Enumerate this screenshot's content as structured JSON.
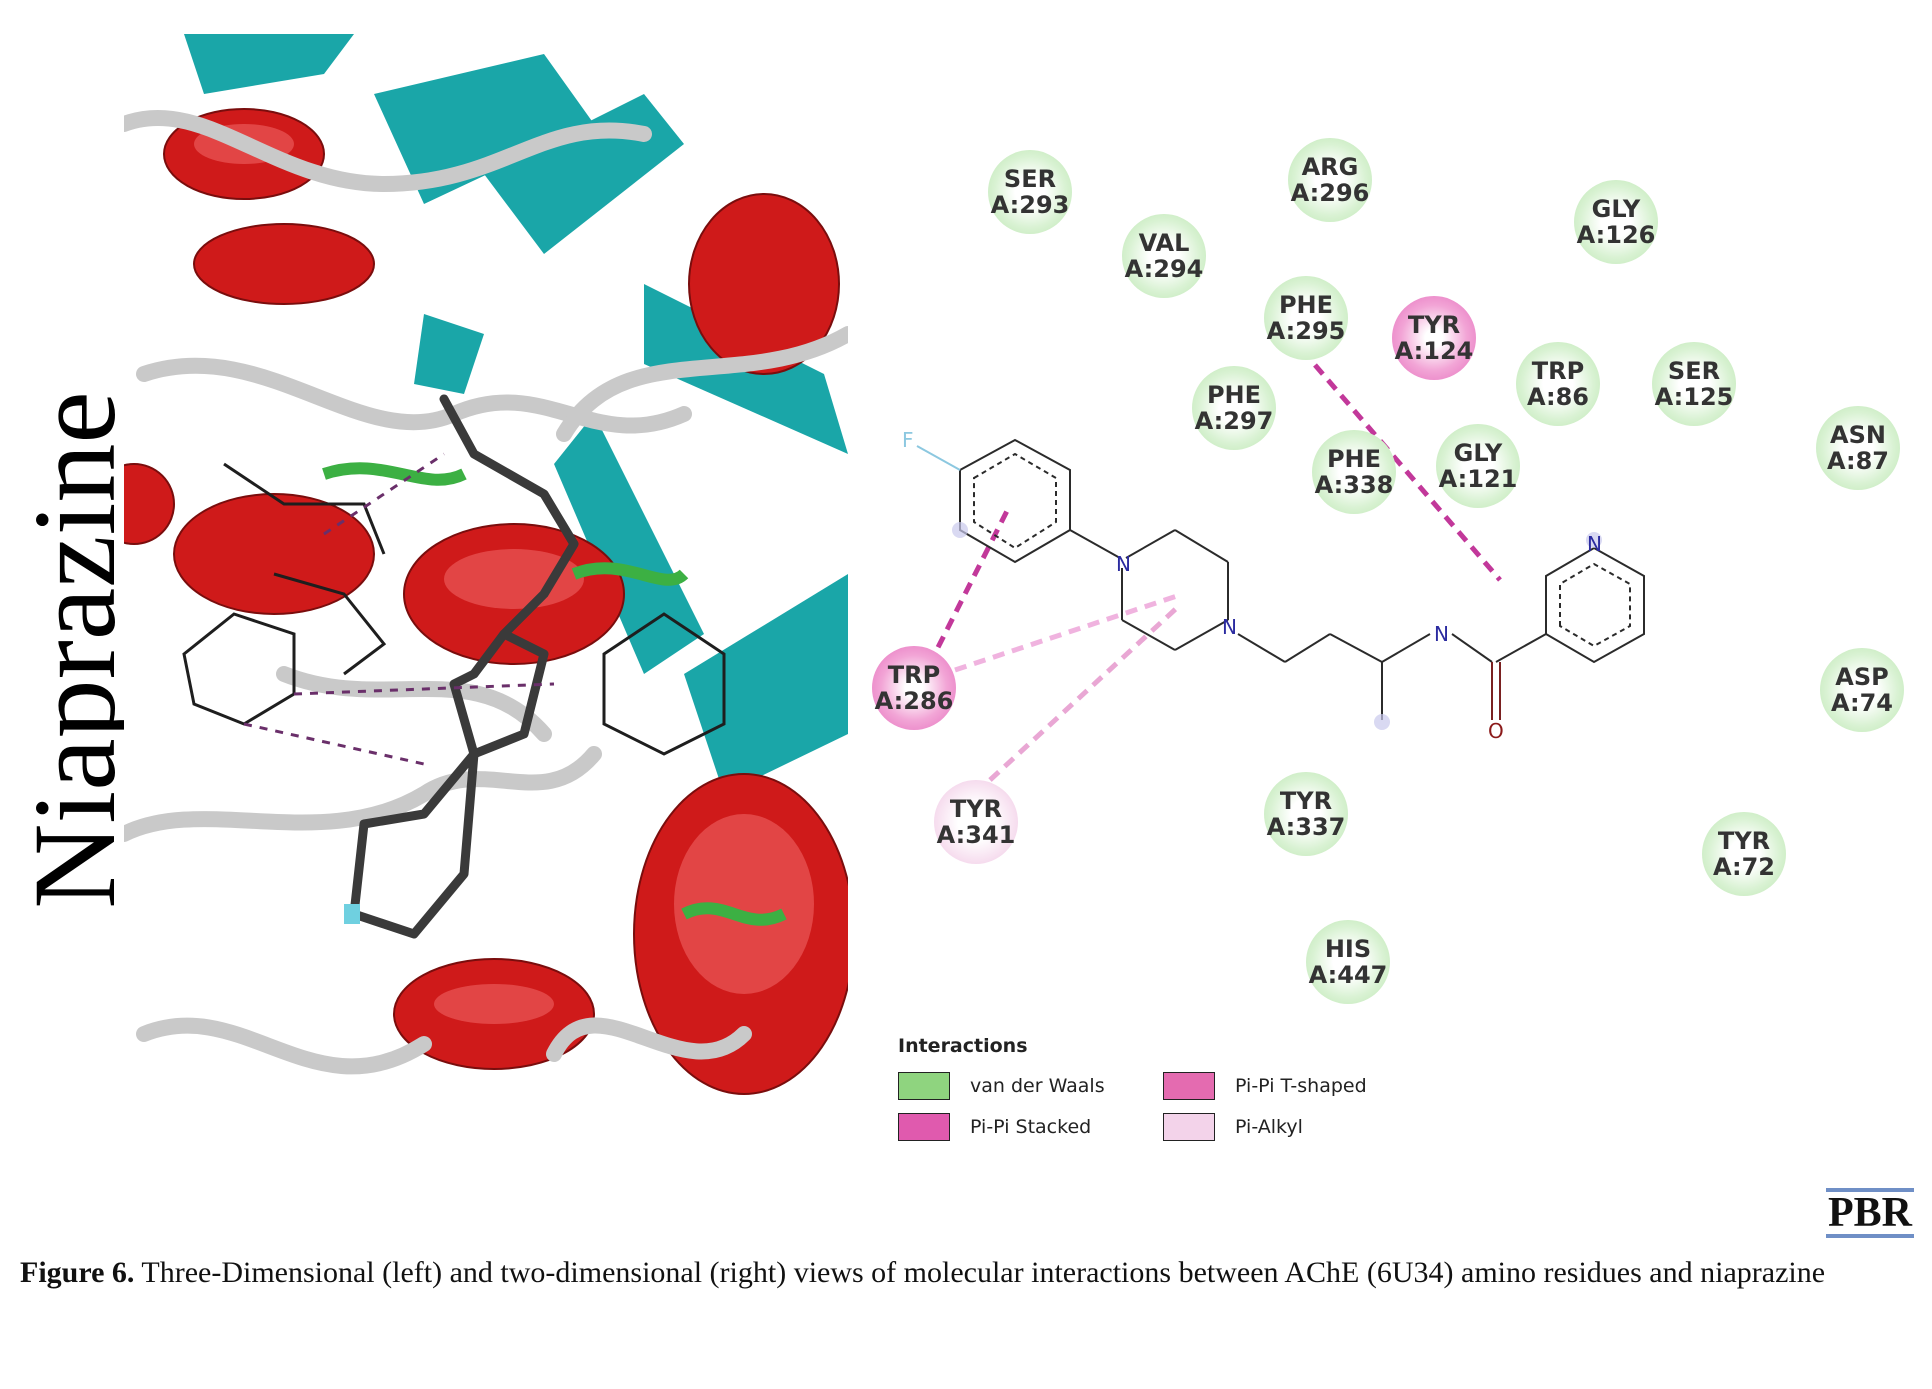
{
  "side_title": "Niaprazine",
  "residues": [
    {
      "name": "SER",
      "id": "A:293",
      "type": "vdw"
    },
    {
      "name": "ARG",
      "id": "A:296",
      "type": "vdw"
    },
    {
      "name": "GLY",
      "id": "A:126",
      "type": "vdw"
    },
    {
      "name": "VAL",
      "id": "A:294",
      "type": "vdw"
    },
    {
      "name": "PHE",
      "id": "A:295",
      "type": "vdw"
    },
    {
      "name": "TYR",
      "id": "A:124",
      "type": "pistack"
    },
    {
      "name": "TRP",
      "id": "A:86",
      "type": "vdw"
    },
    {
      "name": "SER",
      "id": "A:125",
      "type": "vdw"
    },
    {
      "name": "PHE",
      "id": "A:297",
      "type": "vdw"
    },
    {
      "name": "PHE",
      "id": "A:338",
      "type": "vdw"
    },
    {
      "name": "GLY",
      "id": "A:121",
      "type": "vdw"
    },
    {
      "name": "ASN",
      "id": "A:87",
      "type": "vdw"
    },
    {
      "name": "TRP",
      "id": "A:286",
      "type": "pistack"
    },
    {
      "name": "ASP",
      "id": "A:74",
      "type": "vdw"
    },
    {
      "name": "TYR",
      "id": "A:341",
      "type": "pialkyl"
    },
    {
      "name": "TYR",
      "id": "A:337",
      "type": "vdw"
    },
    {
      "name": "TYR",
      "id": "A:72",
      "type": "vdw"
    },
    {
      "name": "HIS",
      "id": "A:447",
      "type": "vdw"
    }
  ],
  "atoms": {
    "f": "F",
    "n1": "N",
    "n2": "N",
    "n3": "N",
    "n4": "N",
    "o": "O"
  },
  "legend": {
    "title": "Interactions",
    "items": [
      {
        "label": "van der Waals",
        "color": "#8fd47f"
      },
      {
        "label": "Pi-Pi T-shaped",
        "color": "#e46bb0"
      },
      {
        "label": "Pi-Pi Stacked",
        "color": "#e05aae"
      },
      {
        "label": "Pi-Alkyl",
        "color": "#f3d3ea"
      }
    ]
  },
  "logo": "PBR",
  "caption": {
    "label": "Figure 6.",
    "text": " Three-Dimensional (left) and two-dimensional (right) views of molecular interactions between AChE (6U34) amino residues and niaprazine"
  },
  "colors": {
    "helix": "#d01818",
    "sheet": "#1aa6a8",
    "coil": "#c8c8c8",
    "turn": "#3cb043",
    "ligand": "#3a3a3a"
  }
}
